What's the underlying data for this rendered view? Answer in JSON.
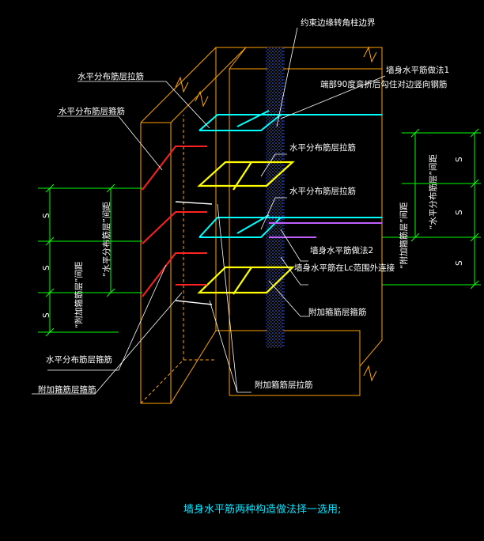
{
  "labels": {
    "boundary": "约束边缘转角柱边界",
    "method1": "墙身水平筋做法1",
    "method1_note": "端部90度弯折后勾住对边竖向钢筋",
    "hz_tie_left": "水平分布筋层拉筋",
    "hz_stirrup_left": "水平分布筋层箍筋",
    "hz_tie_mid1": "水平分布筋层拉筋",
    "hz_tie_mid2": "水平分布筋层拉筋",
    "method2": "墙身水平筋做法2",
    "method2_note": "墙身水平筋在Lc范围外连接",
    "add_stirrup_mid": "附加箍筋层箍筋",
    "hz_stirrup_bottom": "水平分布筋层箍筋",
    "add_stirrup_bottom": "附加箍筋层箍筋",
    "add_tie_bottom": "附加箍筋层拉筋",
    "left_spacing_a": "“水平分布筋层”间距",
    "left_spacing_b": "“附加箍筋层”间距",
    "right_spacing_a": "“水平分布筋层”间距",
    "right_spacing_b": "“附加箍筋层”间距",
    "dim_s": "S",
    "caption": "墙身水平筋两种构造做法择一选用;"
  },
  "colors": {
    "background": "#000000",
    "outline": "#ffa500",
    "stirrup_yellow": "#ffff00",
    "stirrup_red": "#ff2020",
    "rebar_cyan": "#00ffff",
    "rebar_magenta": "#c060ff",
    "leader": "#ffffff",
    "dimension": "#00ff00",
    "boundary": "#2040ff",
    "caption": "#00e5ff"
  }
}
